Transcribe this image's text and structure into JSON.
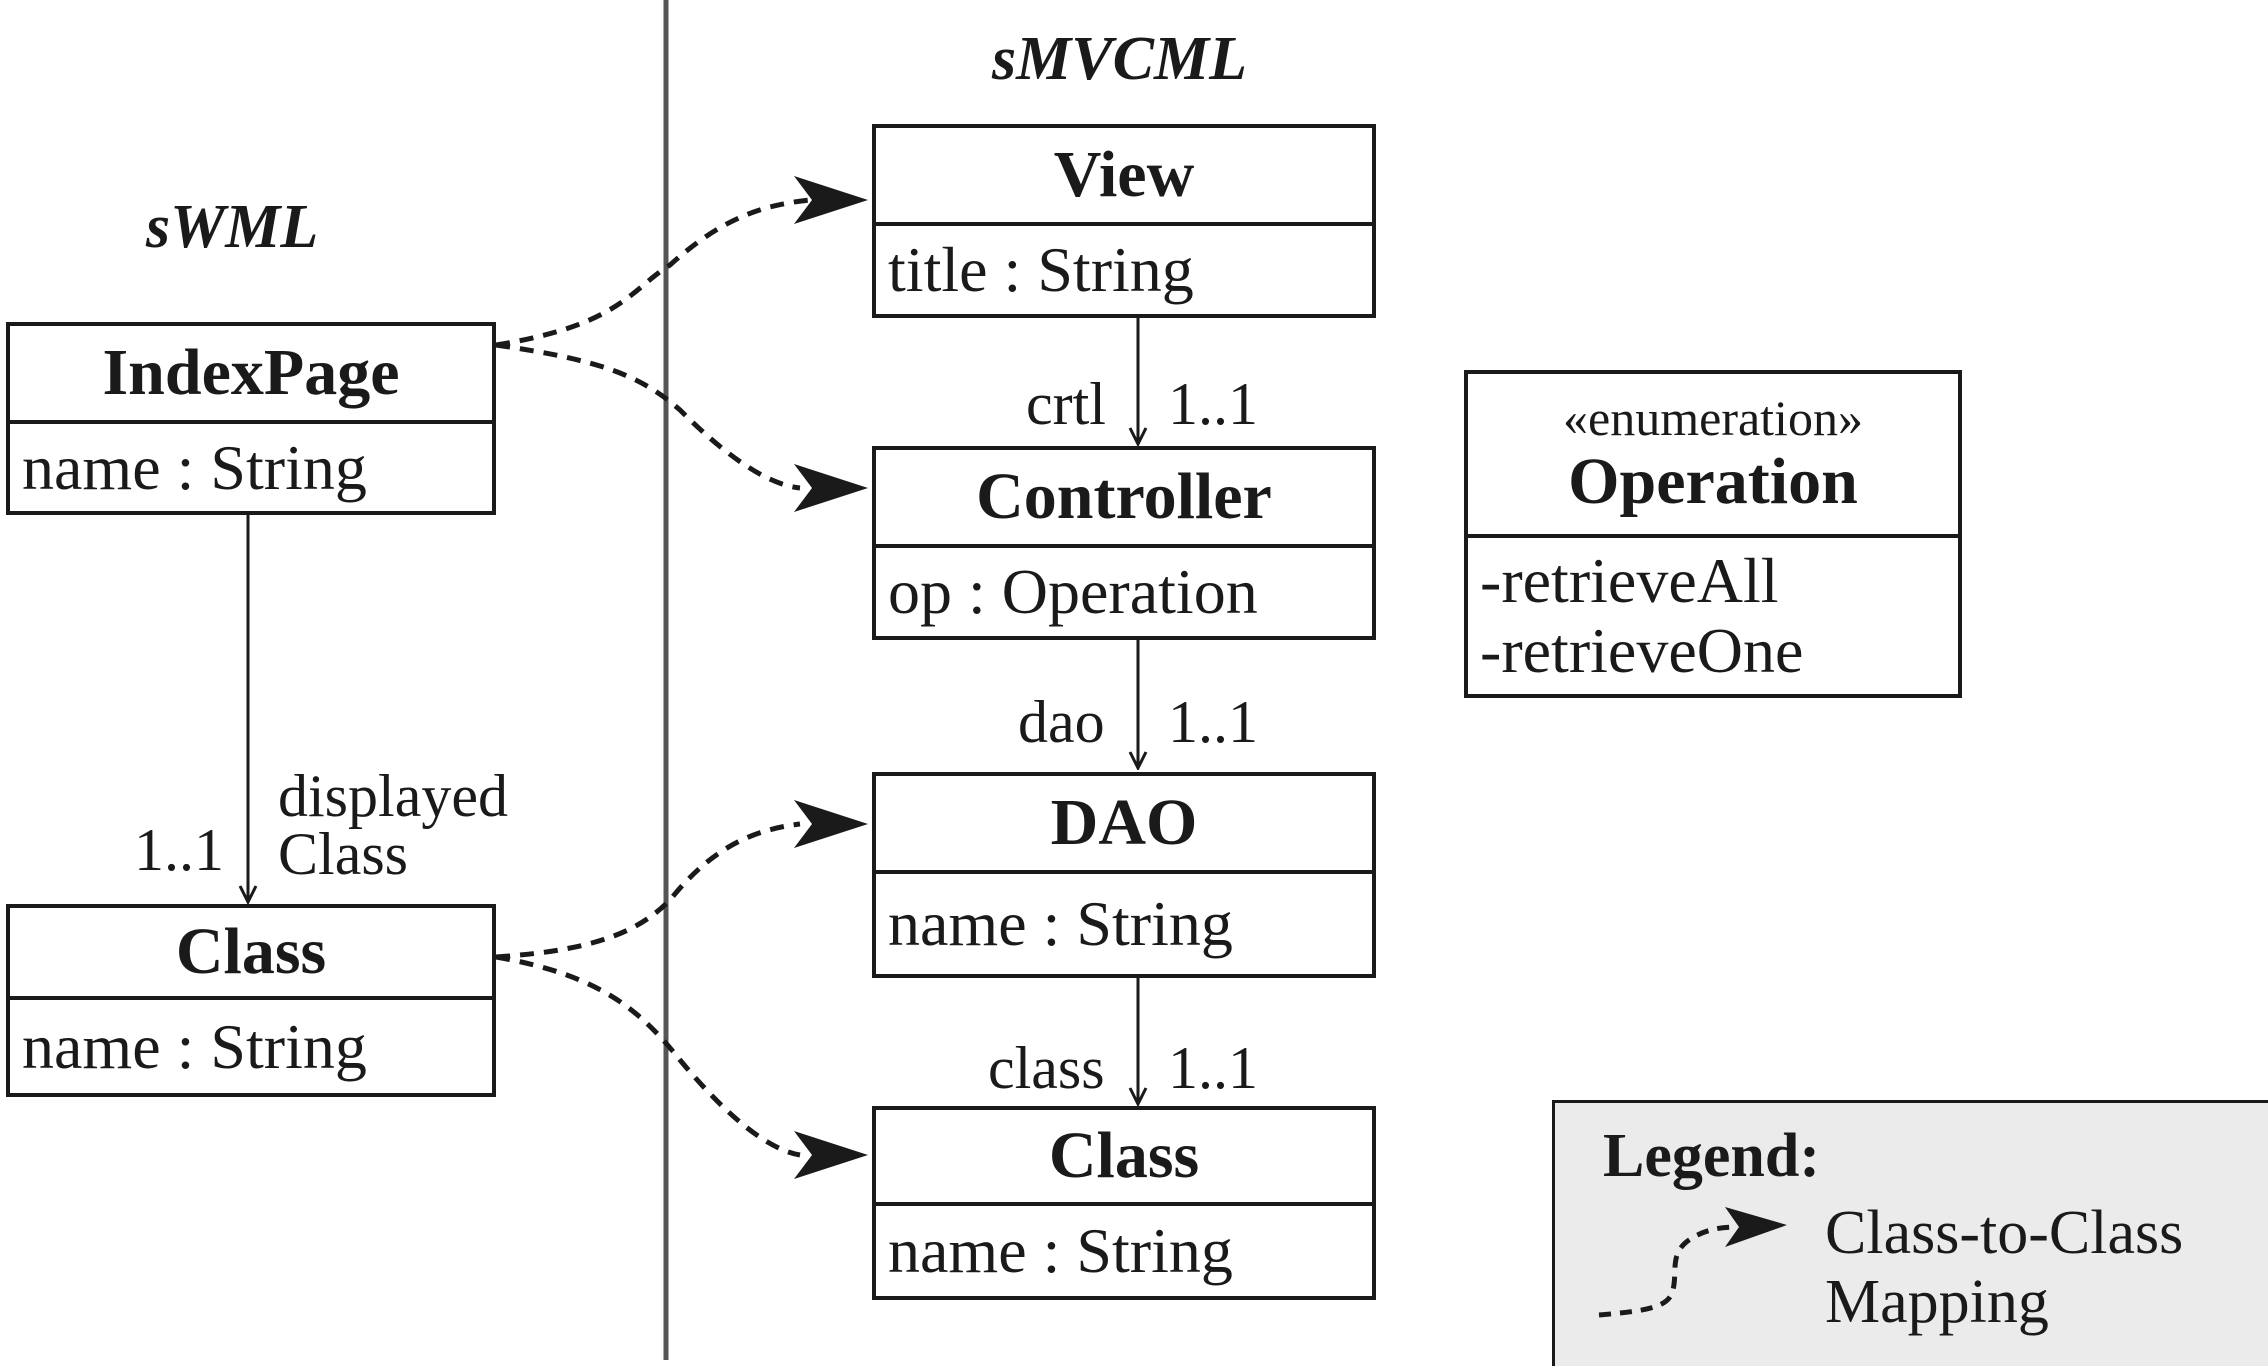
{
  "languages": {
    "left": "sWML",
    "right": "sMVCML"
  },
  "swml": {
    "index_page": {
      "name": "IndexPage",
      "attr": "name : String"
    },
    "class": {
      "name": "Class",
      "attr": "name : String"
    },
    "assoc": {
      "role_line1": "displayed",
      "role_line2": "Class",
      "multiplicity": "1..1"
    }
  },
  "smvcml": {
    "view": {
      "name": "View",
      "attr": "title : String"
    },
    "controller": {
      "name": "Controller",
      "attr": "op : Operation"
    },
    "dao": {
      "name": "DAO",
      "attr": "name : String"
    },
    "class": {
      "name": "Class",
      "attr": "name : String"
    },
    "assoc_crtl": {
      "role": "crtl",
      "multiplicity": "1..1"
    },
    "assoc_dao": {
      "role": "dao",
      "multiplicity": "1..1"
    },
    "assoc_class": {
      "role": "class",
      "multiplicity": "1..1"
    }
  },
  "enumeration": {
    "stereotype": "«enumeration»",
    "name": "Operation",
    "literals": [
      "-retrieveAll",
      "-retrieveOne"
    ]
  },
  "legend": {
    "title": "Legend:",
    "line1": "Class-to-Class",
    "line2": "Mapping"
  }
}
